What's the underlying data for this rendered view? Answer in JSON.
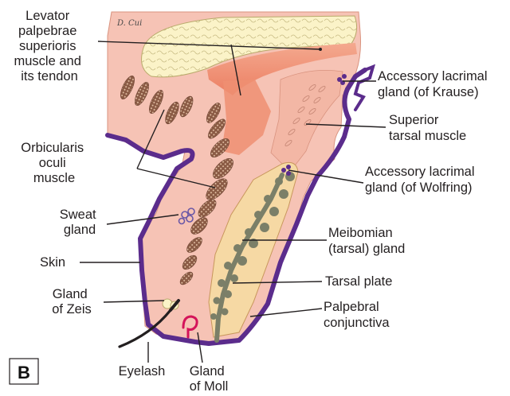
{
  "signature": "D. Cui",
  "panel_letter": "B",
  "labels": {
    "levator": [
      "Levator",
      "palpebrae",
      "superioris",
      "muscle and",
      "its tendon"
    ],
    "krause": [
      "Accessory lacrimal",
      "gland (of Krause)"
    ],
    "superior_tarsal": [
      "Superior",
      "tarsal muscle"
    ],
    "orbicularis": [
      "Orbicularis",
      "oculi",
      "muscle"
    ],
    "wolfring": [
      "Accessory lacrimal",
      "gland (of Wolfring)"
    ],
    "sweat": [
      "Sweat",
      "gland"
    ],
    "meibomian": [
      "Meibomian",
      "(tarsal) gland"
    ],
    "skin": [
      "Skin"
    ],
    "tarsal_plate": [
      "Tarsal plate"
    ],
    "zeis": [
      "Gland",
      "of Zeis"
    ],
    "conjunctiva": [
      "Palpebral",
      "conjunctiva"
    ],
    "eyelash": [
      "Eyelash"
    ],
    "moll": [
      "Gland",
      "of Moll"
    ]
  },
  "colors": {
    "tissue_pink": "#f6c3b5",
    "skin_purple": "#5b2c8c",
    "fat_yellow": "#fbf3c8",
    "muscle_brown": "#8a5a44",
    "tendon_salmon": "#ef8f72",
    "gland_gray": "#7b7f68",
    "tarsal_cream": "#f6d9a4",
    "moll_magenta": "#d4145a"
  }
}
